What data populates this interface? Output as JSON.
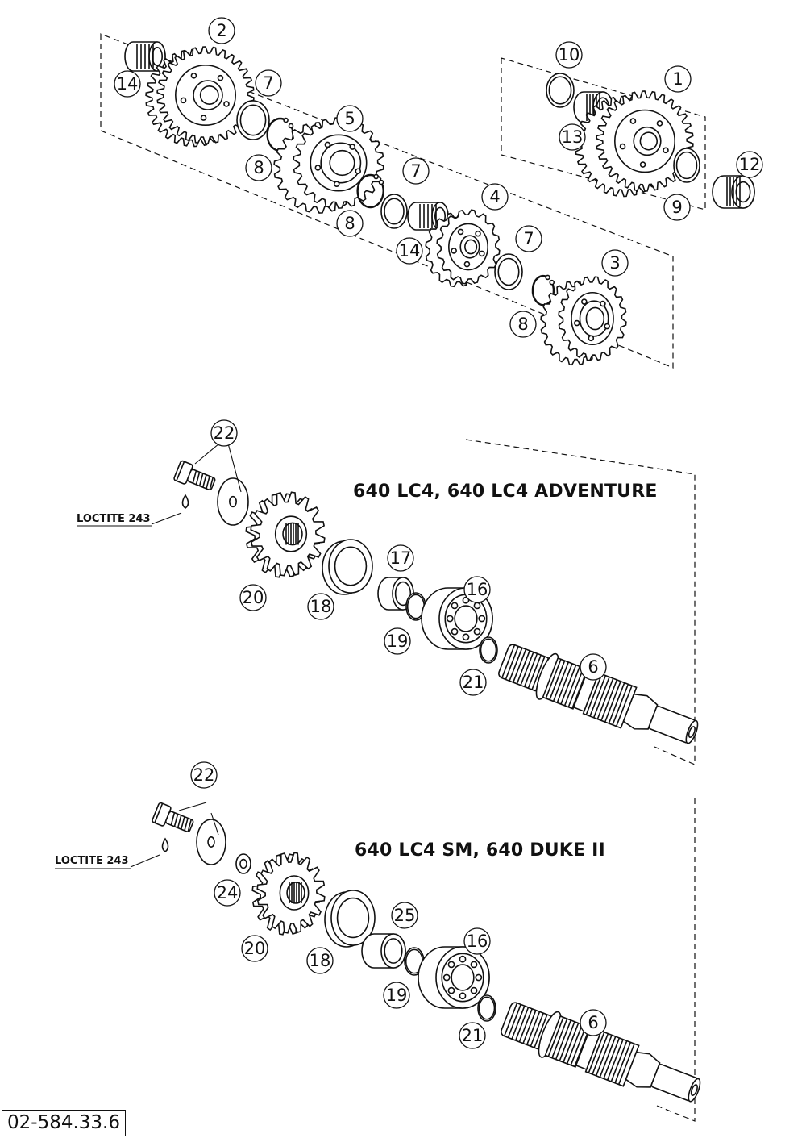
{
  "sections": {
    "lc4_adventure": {
      "title": "640 LC4, 640 LC4 ADVENTURE",
      "loctite": "LOCTITE 243"
    },
    "sm_duke": {
      "title": "640 LC4 SM, 640 DUKE II",
      "loctite": "LOCTITE 243"
    }
  },
  "drawing_number": "02-584.33.6",
  "callouts": {
    "c1": "1",
    "c2": "2",
    "c3": "3",
    "c4": "4",
    "c5": "5",
    "c7a": "7",
    "c7b": "7",
    "c7c": "7",
    "c8a": "8",
    "c8b": "8",
    "c8c": "8",
    "c9": "9",
    "c10": "10",
    "c12": "12",
    "c13": "13",
    "c14a": "14",
    "c14b": "14",
    "c22a": "22",
    "c20a": "20",
    "c18a": "18",
    "c17": "17",
    "c19a": "19",
    "c16a": "16",
    "c21a": "21",
    "c6a": "6",
    "c22b": "22",
    "c24": "24",
    "c20b": "20",
    "c18b": "18",
    "c25": "25",
    "c19b": "19",
    "c16b": "16",
    "c21b": "21",
    "c6b": "6"
  },
  "colors": {
    "line": "#111111",
    "background": "#ffffff"
  }
}
